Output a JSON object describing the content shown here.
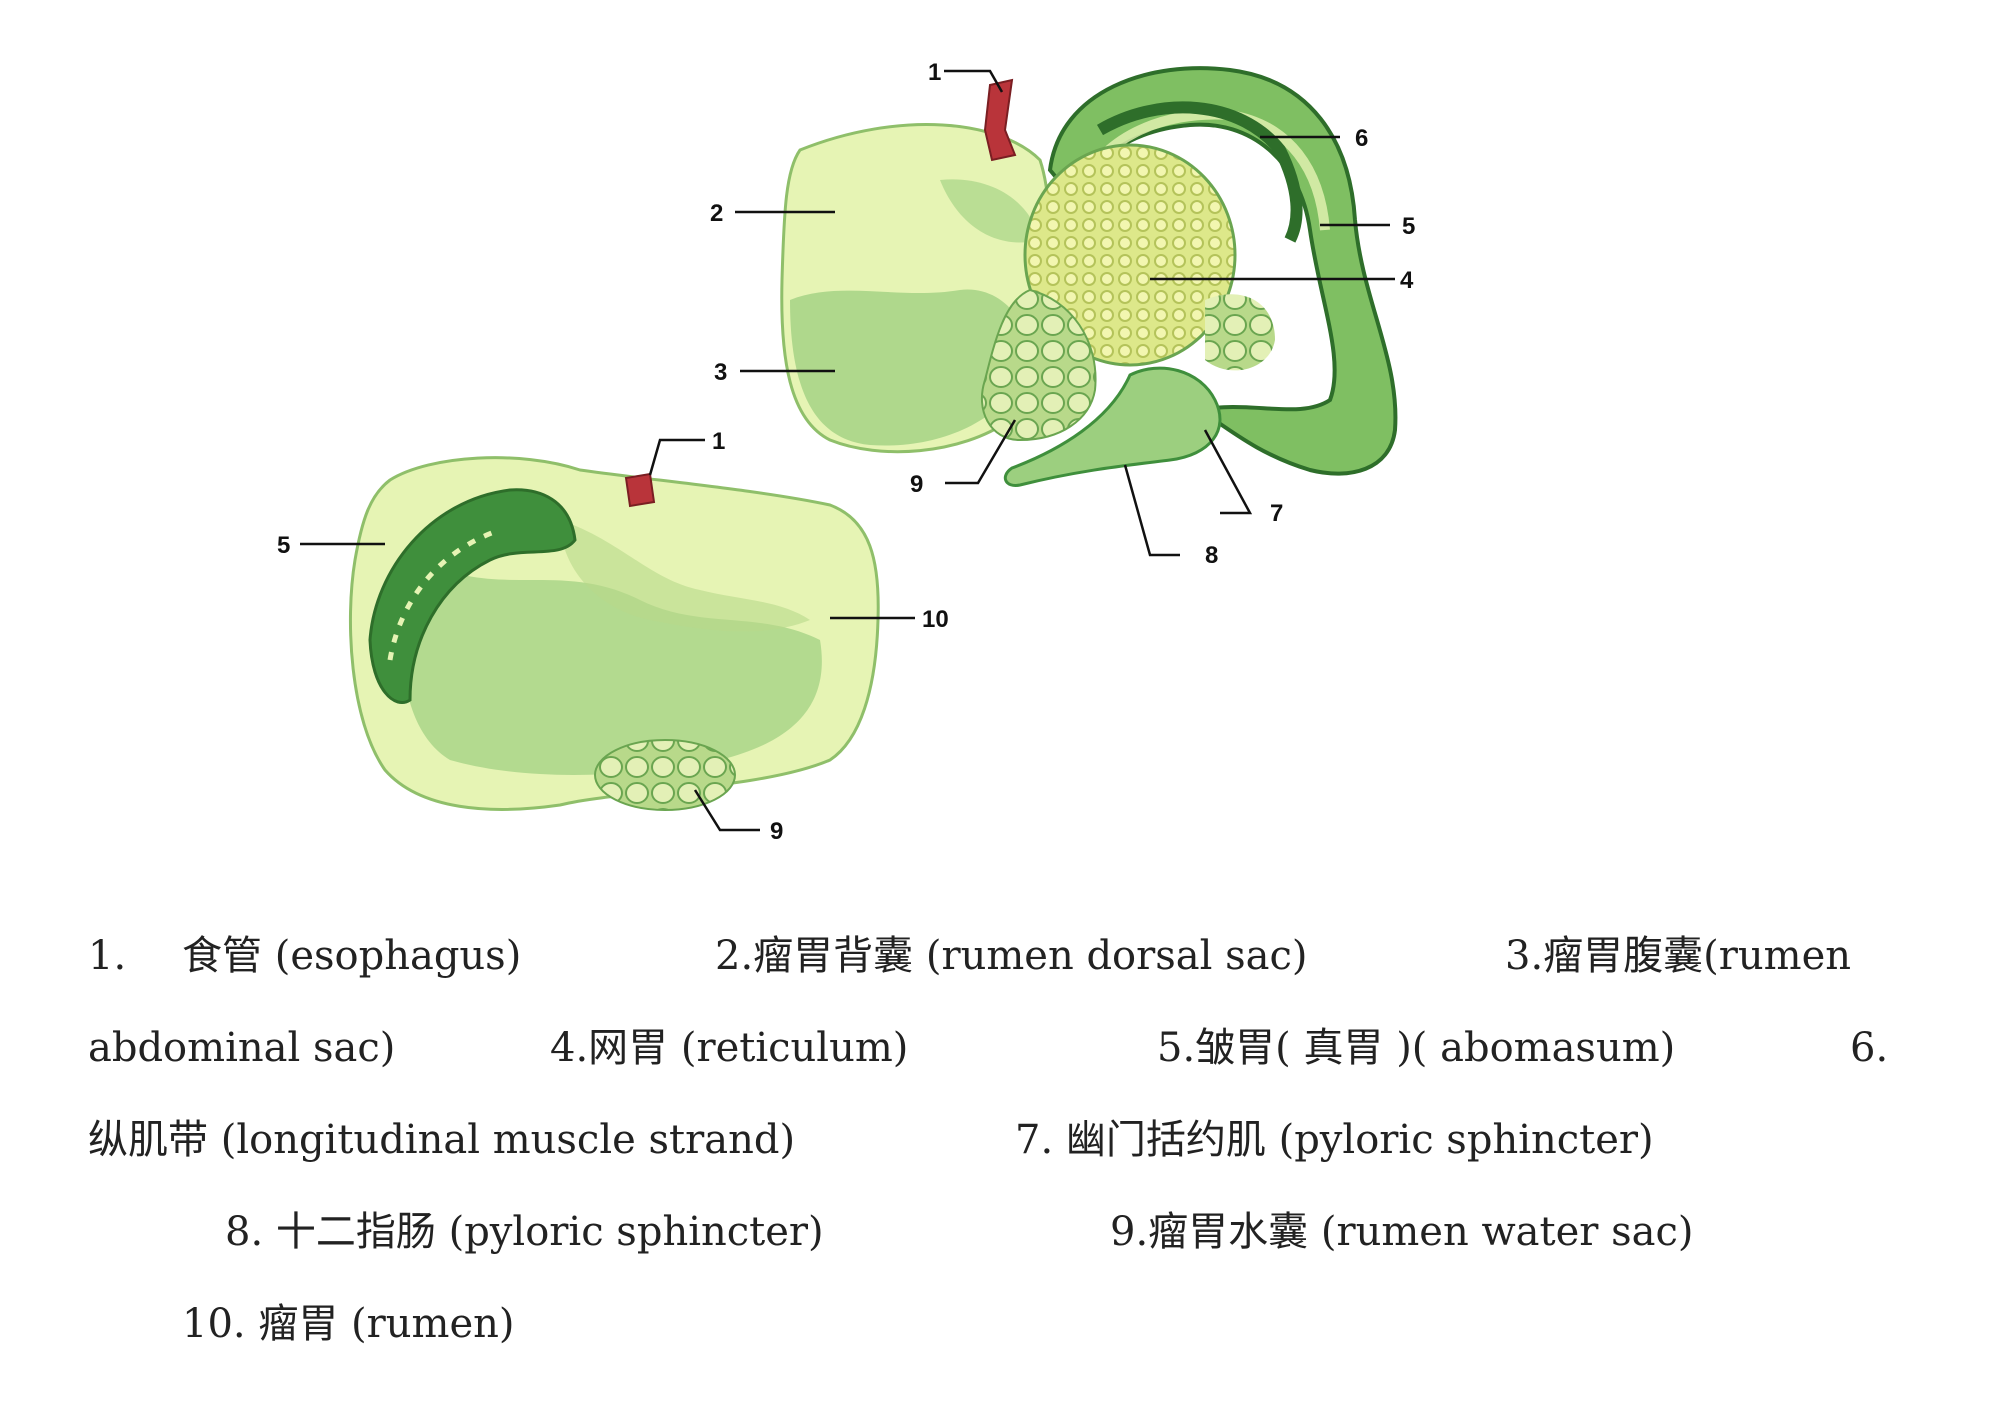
{
  "callouts": {
    "top": {
      "esophagus": "1",
      "dorsal_sac": "2",
      "abdominal_sac": "3",
      "reticulum": "4",
      "abomasum": "5",
      "muscle_strand": "6",
      "pyloric_sphincter": "7",
      "duodenum": "8",
      "water_sac": "9"
    },
    "bottom": {
      "esophagus": "1",
      "abomasum": "5",
      "rumen": "10",
      "water_sac": "9"
    }
  },
  "legend": {
    "l1_num": "1.",
    "l1_text": "食管 (esophagus)",
    "l2": "2.瘤胃背囊 (rumen dorsal sac)",
    "l3a": "3.瘤胃腹囊(rumen",
    "l3b": "abdominal sac)",
    "l4": "4.网胃 (reticulum)",
    "l5": "5.皱胃( 真胃 )( abomasum)",
    "l6a": "6.",
    "l6b": "纵肌带 (longitudinal muscle strand)",
    "l7": "7. 幽门括约肌 (pyloric sphincter)",
    "l8": "8. 十二指肠 (pyloric sphincter)",
    "l9": "9.瘤胃水囊 (rumen water sac)",
    "l10": "10. 瘤胃 (rumen)"
  },
  "colors": {
    "pale_green": "#e6f4b4",
    "mid_green": "#9ccf7f",
    "dark_green": "#3f8f3c",
    "deep_green": "#2e6e2a",
    "reticulum_yellow": "#dde88a",
    "esophagus_red": "#b9343a"
  }
}
